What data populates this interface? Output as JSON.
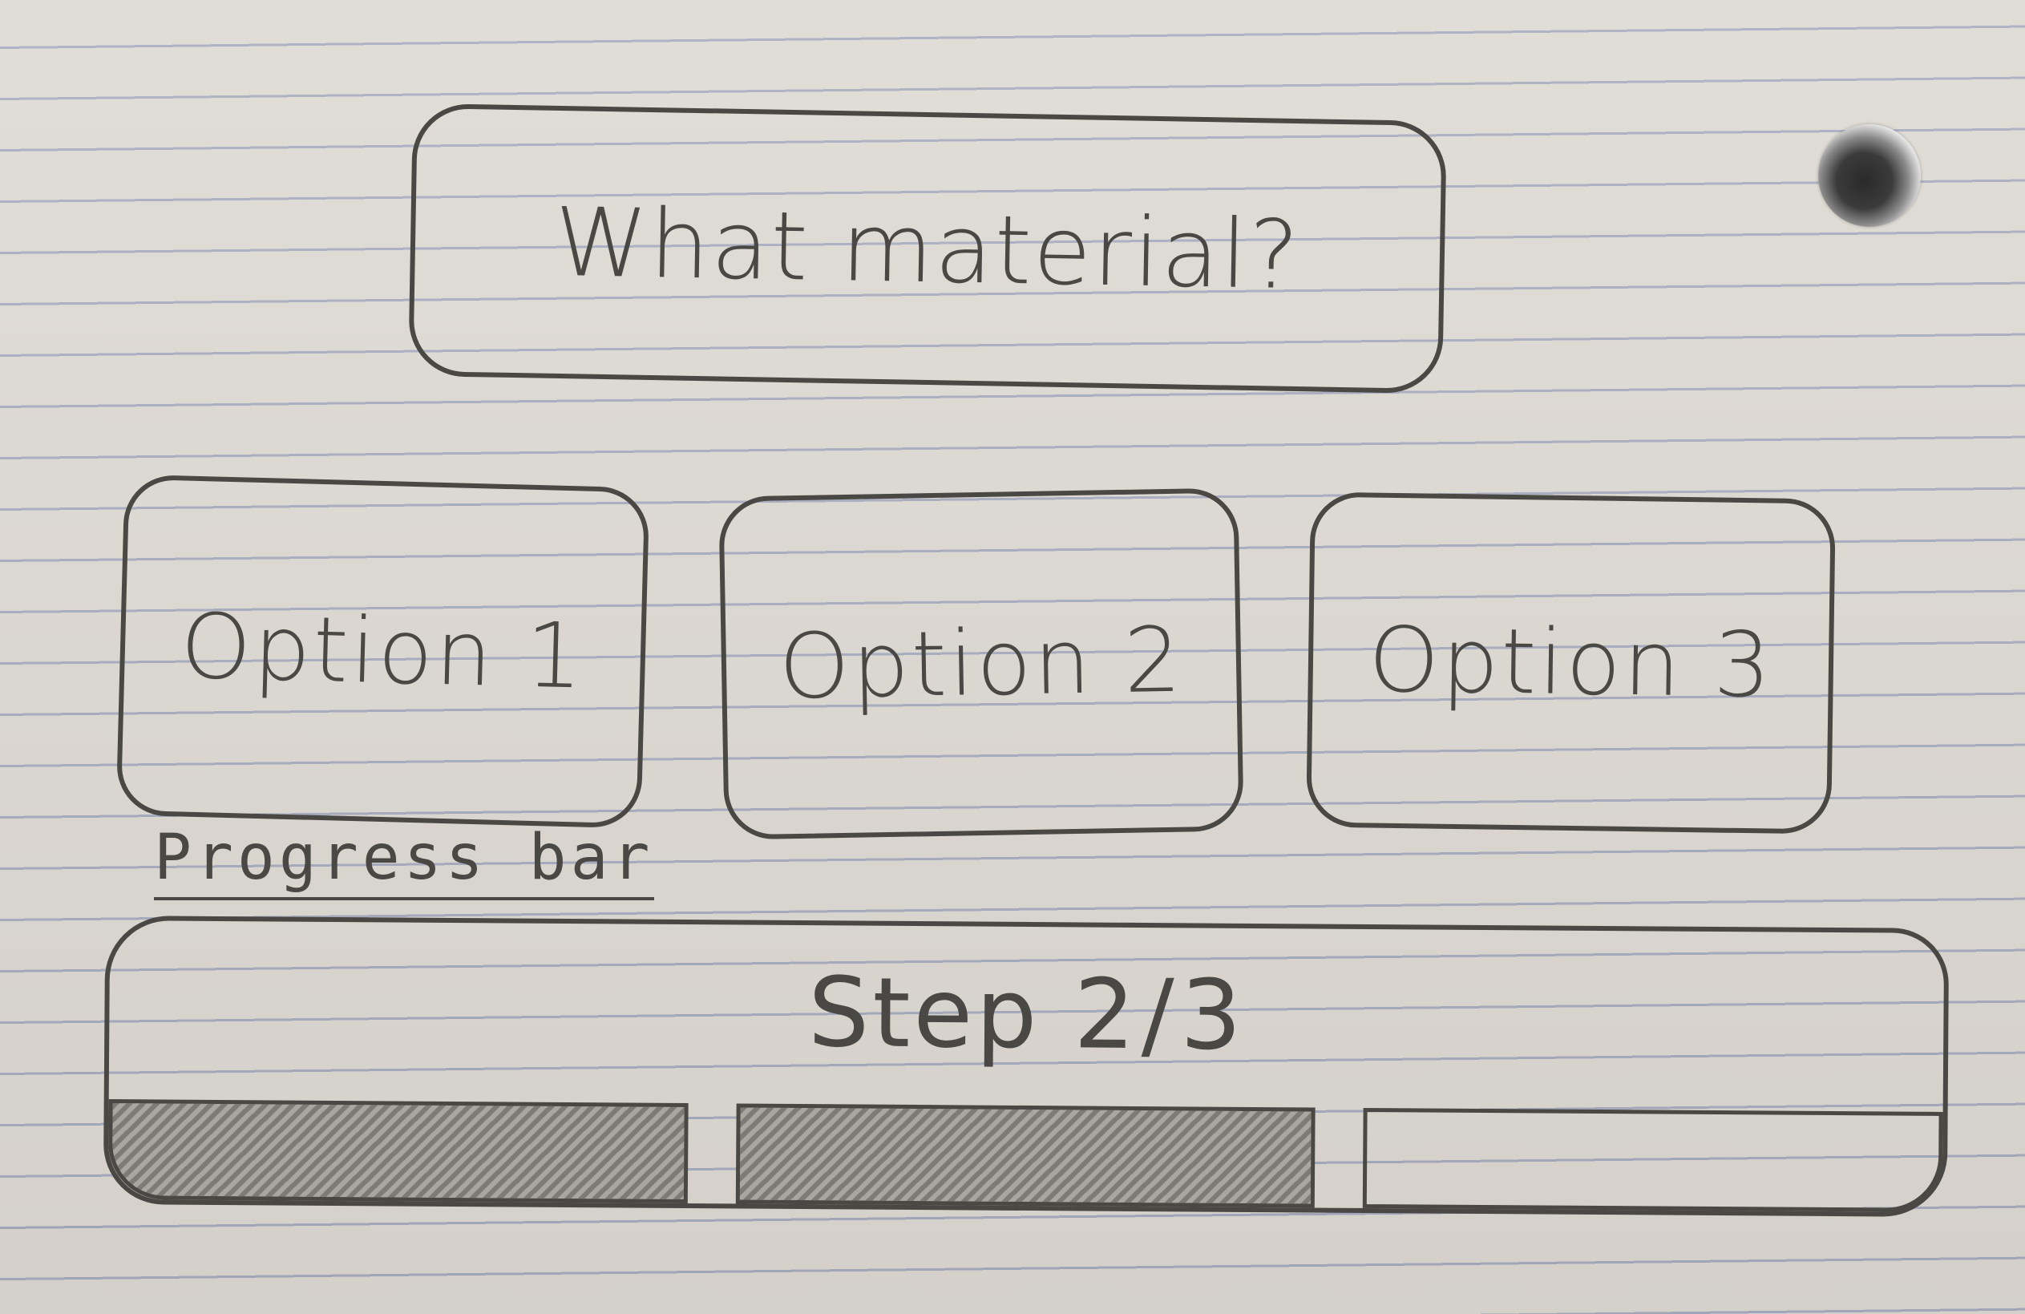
{
  "question": {
    "title": "What material?"
  },
  "options": [
    {
      "label": "Option 1"
    },
    {
      "label": "Option 2"
    },
    {
      "label": "Option 3"
    }
  ],
  "progress": {
    "annotation": "Progress bar",
    "step_label": "Step",
    "current_step": "2",
    "total_steps": "3",
    "completed_segments": 2,
    "segment_count": 3
  },
  "colors": {
    "ink": "#4a4844",
    "paper": "#ddd9d2",
    "rule_line": "#7887af",
    "shading": "#7e7b76"
  }
}
